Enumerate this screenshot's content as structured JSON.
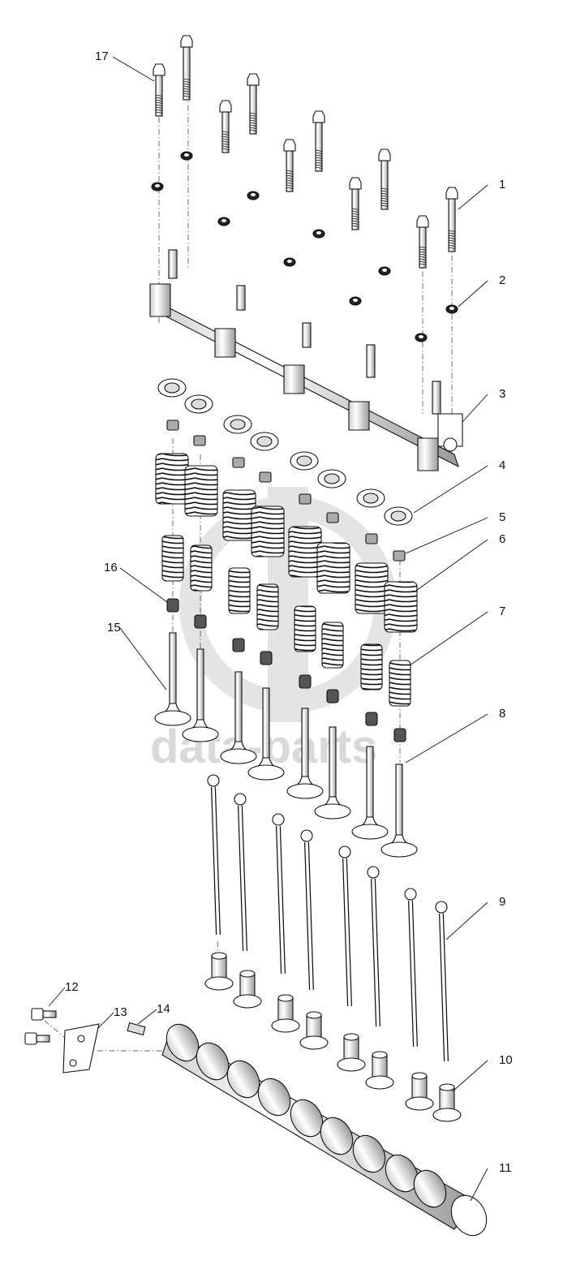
{
  "watermark": {
    "text": "data-parts",
    "color": "#cccccc"
  },
  "callouts": [
    "1",
    "2",
    "3",
    "4",
    "5",
    "6",
    "7",
    "8",
    "9",
    "10",
    "11",
    "12",
    "13",
    "14",
    "15",
    "16",
    "17"
  ],
  "colors": {
    "line": "#111111",
    "fill": "#ffffff",
    "shade": "#e6e6e6",
    "dark": "#222222"
  }
}
